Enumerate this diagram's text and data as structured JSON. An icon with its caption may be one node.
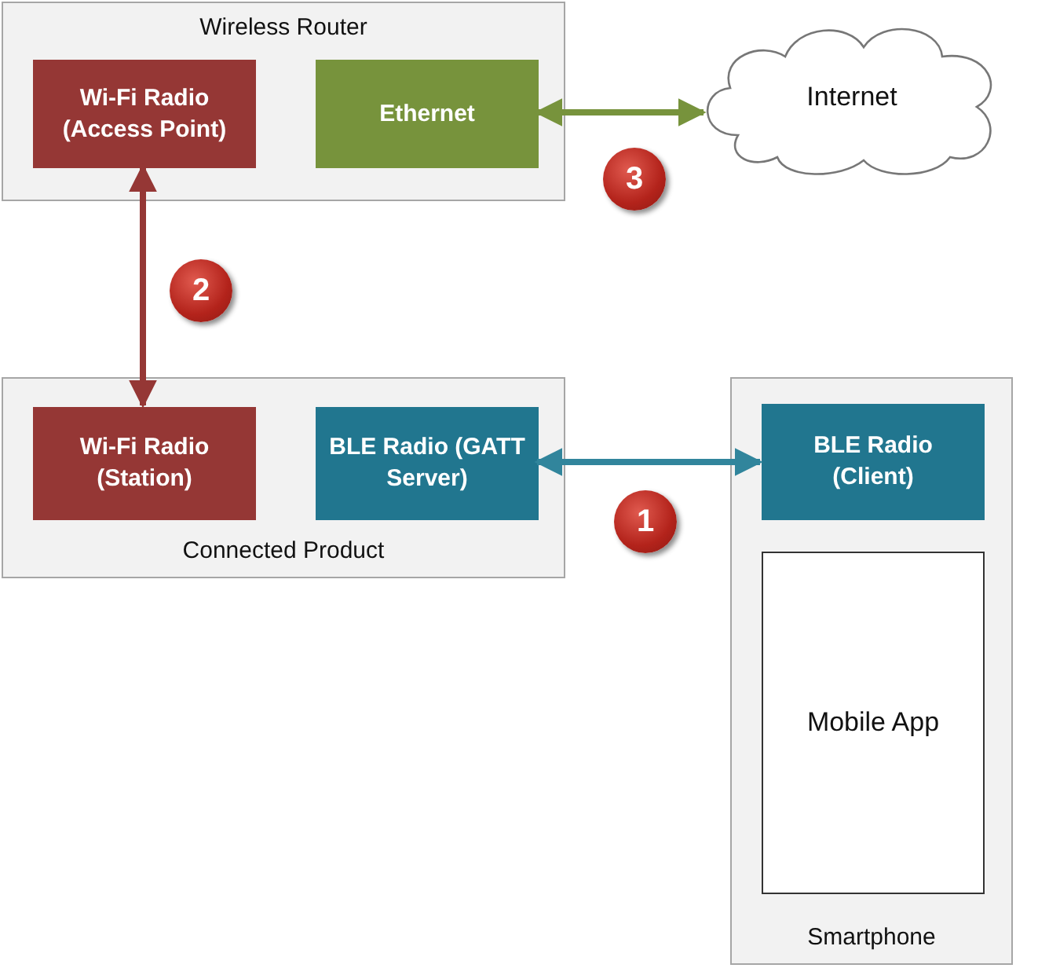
{
  "diagram": {
    "nodes": [
      {
        "text": [
          "Wireless Router"
        ]
      },
      {
        "text": [
          "Wi-Fi Radio (Access Point)"
        ],
        "in": 0
      },
      {
        "text": [
          "Ethernet"
        ],
        "in": 0
      },
      {
        "text": [
          "Internet"
        ]
      },
      {
        "text": [
          "Connected Product"
        ]
      },
      {
        "text": [
          "Wi-Fi Radio (Station)"
        ],
        "in": 4
      },
      {
        "text": [
          "BLE Radio (GATT Server)"
        ],
        "in": 4
      },
      {
        "text": [
          "Smartphone"
        ]
      },
      {
        "text": [
          "BLE Radio (Client)"
        ],
        "in": 7
      },
      {
        "text": [
          "Mobile App"
        ],
        "in": 7
      }
    ],
    "edges": [
      {
        "from": 2,
        "to": 3,
        "arrow": "both",
        "color": "#77933c"
      },
      {
        "from": 1,
        "to": 5,
        "arrow": "both",
        "color": "#953735"
      },
      {
        "from": 6,
        "to": 8,
        "arrow": "both",
        "color": "#31859c"
      }
    ],
    "labels": [
      "3",
      "2",
      "1"
    ]
  }
}
